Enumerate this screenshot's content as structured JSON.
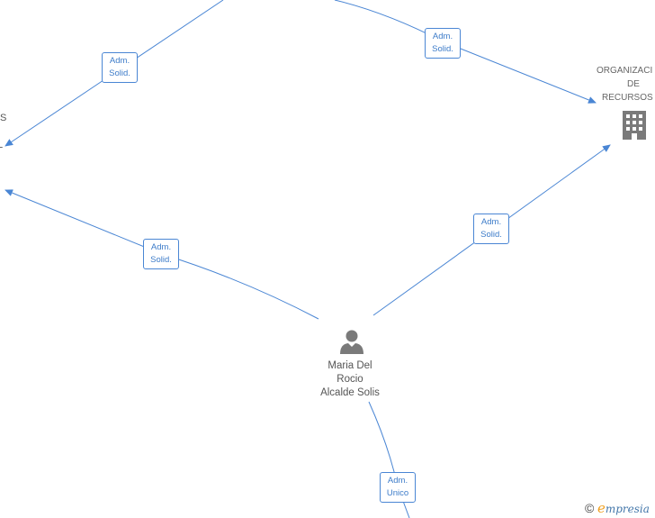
{
  "person": {
    "name_lines": [
      "Maria Del",
      "Rocio",
      "Alcalde Solis"
    ],
    "icon": "person-icon"
  },
  "company": {
    "name_lines": [
      "ORGANIZACI",
      "DE",
      "RECURSOS"
    ],
    "icon": "building-icon"
  },
  "partial_left_texts": [
    "S",
    "L"
  ],
  "edges": [
    {
      "line1": "Adm.",
      "line2": "Solid."
    },
    {
      "line1": "Adm.",
      "line2": "Solid."
    },
    {
      "line1": "Adm.",
      "line2": "Solid."
    },
    {
      "line1": "Adm.",
      "line2": "Solid."
    },
    {
      "line1": "Adm.",
      "line2": "Unico"
    }
  ],
  "watermark": {
    "copyright": "©",
    "brand_initial": "e",
    "brand_rest": "mpresia"
  },
  "colors": {
    "edge": "#4a86d4",
    "label_text": "#3d7cc9",
    "icon": "#7a7a7a"
  }
}
